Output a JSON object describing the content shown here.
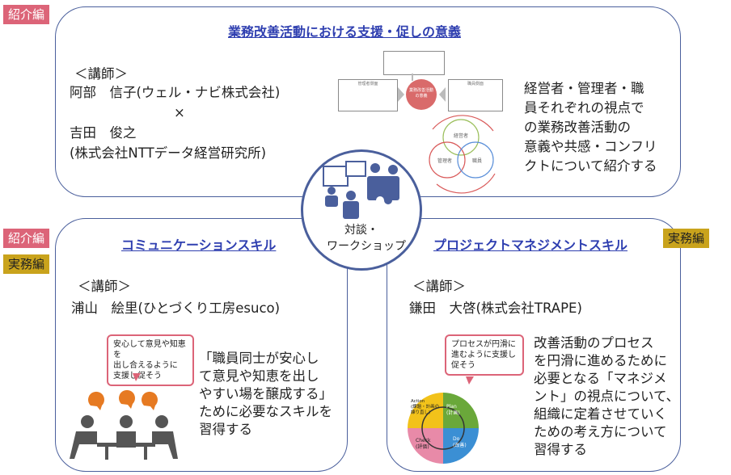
{
  "top": {
    "tag": "紹介編",
    "title": "業務改善活動における支援・促しの意義",
    "lecturer_label": "＜講師＞",
    "lecturer1": "阿部　信子(ウェル・ナビ株式会社)",
    "times": "×",
    "lecturer2_name": "吉田　俊之",
    "lecturer2_org": "(株式会社NTTデータ経営研究所)",
    "description": [
      "経営者・管理者・職",
      "員それぞれの視点で",
      "の業務改善活動の",
      "意義や共感・コンフリ",
      "クトについて紹介する"
    ],
    "fig_left": "管理者側面",
    "fig_center": "業務改善活動の意義",
    "fig_right": "職員側面",
    "venn": [
      "経営者",
      "管理者",
      "職員"
    ]
  },
  "center": {
    "label_line1": "対談・",
    "label_line2": "ワークショップ"
  },
  "bottom_left": {
    "tag_intro": "紹介編",
    "tag_practice": "実務編",
    "title": "コミュニケーションスキル",
    "lecturer_label": "＜講師＞",
    "lecturer": "浦山　絵里(ひとづくり工房esuco)",
    "bubble": [
      "安心して意見や知恵を",
      "出し合えるように",
      "支援し促そう"
    ],
    "description": [
      "「職員同士が安心し",
      "て意見や知恵を出し",
      "やすい場を醸成する」",
      "ために必要なスキルを",
      "習得する"
    ]
  },
  "bottom_right": {
    "tag": "実務編",
    "title": "プロジェクトマネジメントスキル",
    "lecturer_label": "＜講師＞",
    "lecturer": "鎌田　大啓(株式会社TRAPE)",
    "bubble": [
      "プロセスが円滑に",
      "進むように支援し",
      "促そう"
    ],
    "pdca": {
      "plan": "Plan\n(計画)",
      "do": "Do\n(改善)",
      "check": "Check\n(評価)",
      "action": "Action\n(課題・計画の\n練り直し)"
    },
    "description": [
      "改善活動のプロセス",
      "を円滑に進めるために",
      "必要となる「マネジメ",
      "ント」の視点について、",
      "組織に定着させていく",
      "ための考え方について",
      "習得する"
    ]
  },
  "colors": {
    "frame": "#4a5f9c",
    "intro_tag": "#dc6478",
    "practice_tag": "#c9a31c",
    "title": "#2f3fb0"
  }
}
